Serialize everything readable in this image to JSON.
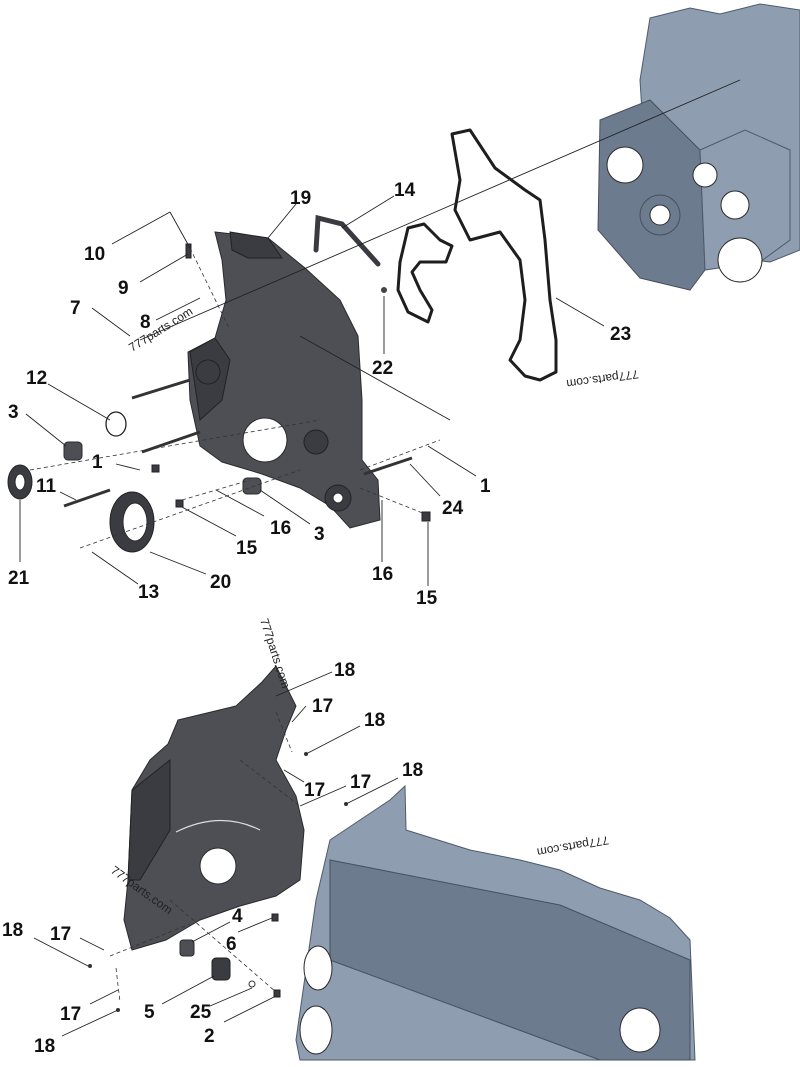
{
  "watermarks": [
    "777parts.com",
    "777parts.com",
    "777parts.com",
    "777parts.com",
    "777parts.com"
  ],
  "callouts": {
    "c1a": "1",
    "c1b": "1",
    "c2": "2",
    "c3a": "3",
    "c3b": "3",
    "c4": "4",
    "c5": "5",
    "c6": "6",
    "c7": "7",
    "c8": "8",
    "c9": "9",
    "c10": "10",
    "c11": "11",
    "c12": "12",
    "c13": "13",
    "c14": "14",
    "c15a": "15",
    "c15b": "15",
    "c16a": "16",
    "c16b": "16",
    "c17a": "17",
    "c17b": "17",
    "c17c": "17",
    "c17d": "17",
    "c17e": "17",
    "c18a": "18",
    "c18b": "18",
    "c18c": "18",
    "c18d": "18",
    "c18e": "18",
    "c19": "19",
    "c20": "20",
    "c21": "21",
    "c22": "22",
    "c23": "23",
    "c24": "24",
    "c25": "25"
  },
  "colors": {
    "housing": "#4d4f55",
    "engine_block": "#8f9db1",
    "gasket": "#1e1e1e"
  }
}
